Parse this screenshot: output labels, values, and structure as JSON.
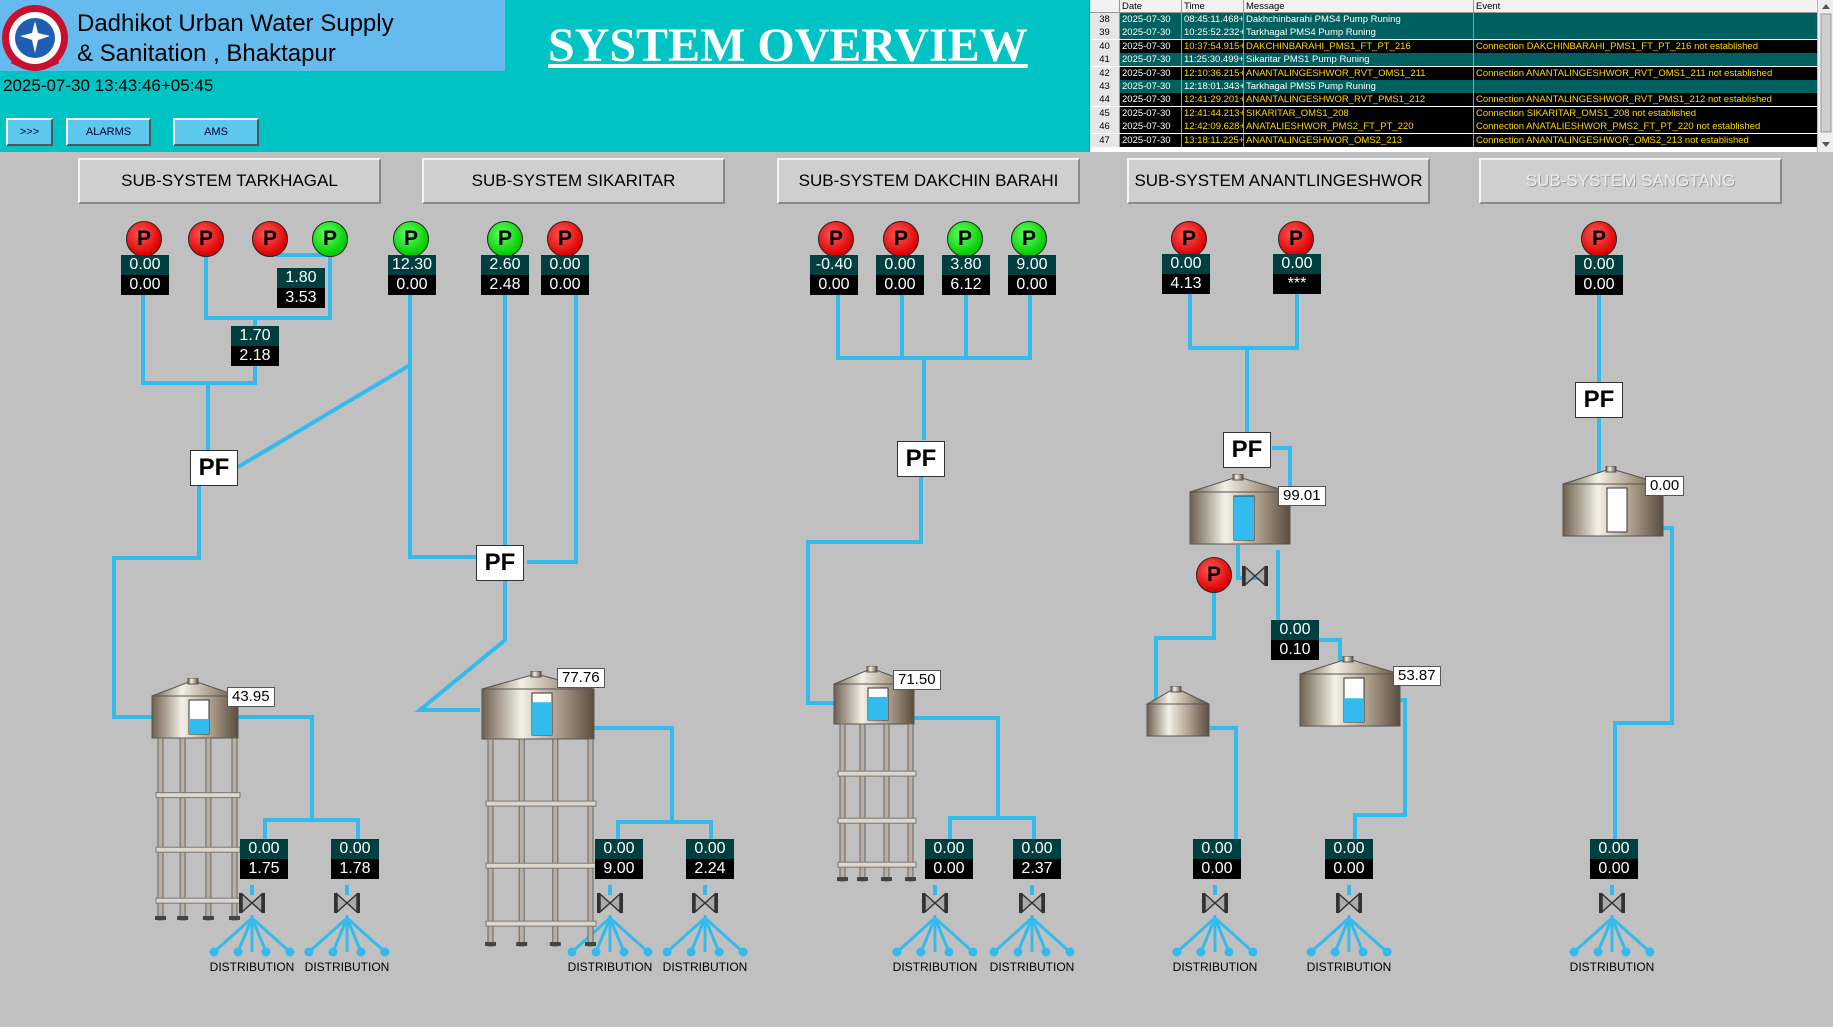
{
  "header": {
    "org_line1": "Dadhikot Urban Water Supply",
    "org_line2": "& Sanitation , Bhaktapur",
    "datetime": "2025-07-30 13:43:46+05:45",
    "title": "SYSTEM OVERVIEW",
    "buttons": {
      "nav": ">>>",
      "alarms": "ALARMS",
      "ams": "AMS"
    }
  },
  "event_log": {
    "columns": [
      "",
      "Date",
      "Time",
      "Message",
      "Event"
    ],
    "rows": [
      {
        "num": "38",
        "date": "2025-07-30",
        "time": "08:45:11.468+05",
        "message": "Dakhchinbarahi PMS4 Pump Runing",
        "event": "",
        "status": "normal"
      },
      {
        "num": "39",
        "date": "2025-07-30",
        "time": "10:25:52.232+05",
        "message": "Tarkhagal PMS4 Pump Runing",
        "event": "",
        "status": "normal"
      },
      {
        "num": "40",
        "date": "2025-07-30",
        "time": "10:37:54.915+05",
        "message": "DAKCHINBARAHI_PMS1_FT_PT_216",
        "event": "Connection DAKCHINBARAHI_PMS1_FT_PT_216 not established",
        "status": "alarm"
      },
      {
        "num": "41",
        "date": "2025-07-30",
        "time": "11:25:30.499+05",
        "message": "Sikaritar PMS1 Pump Runing",
        "event": "",
        "status": "normal"
      },
      {
        "num": "42",
        "date": "2025-07-30",
        "time": "12:10:36.215+05",
        "message": "ANANTALINGESHWOR_RVT_OMS1_211",
        "event": "Connection ANANTALINGESHWOR_RVT_OMS1_211 not established",
        "status": "alarm"
      },
      {
        "num": "43",
        "date": "2025-07-30",
        "time": "12:18:01.343+05",
        "message": "Tarkhagal PMS5 Pump Runing",
        "event": "",
        "status": "normal"
      },
      {
        "num": "44",
        "date": "2025-07-30",
        "time": "12:41:29.201+05",
        "message": "ANANTALINGESHWOR_RVT_PMS1_212",
        "event": "Connection ANANTALINGESHWOR_RVT_PMS1_212 not established",
        "status": "alarm"
      },
      {
        "num": "45",
        "date": "2025-07-30",
        "time": "12:41:44.213+05",
        "message": "SIKARITAR_OMS1_208",
        "event": "Connection SIKARITAR_OMS1_208 not established",
        "status": "alarm"
      },
      {
        "num": "46",
        "date": "2025-07-30",
        "time": "12:42:09.628+05",
        "message": "ANATALIESHWOR_PMS2_FT_PT_220",
        "event": "Connection ANATALIESHWOR_PMS2_FT_PT_220 not established",
        "status": "alarm"
      },
      {
        "num": "47",
        "date": "2025-07-30",
        "time": "13:18:11.225+05",
        "message": "ANANTALINGESHWOR_OMS2_213",
        "event": "Connection ANANTALINGESHWOR_OMS2_213 not established",
        "status": "alarm"
      }
    ]
  },
  "subsystems": [
    {
      "label": "SUB-SYSTEM TARKHAGAL",
      "enabled": true
    },
    {
      "label": "SUB-SYSTEM SIKARITAR",
      "enabled": true
    },
    {
      "label": "SUB-SYSTEM DAKCHIN BARAHI",
      "enabled": true
    },
    {
      "label": "SUB-SYSTEM ANANTLINGESHWOR",
      "enabled": true
    },
    {
      "label": "SUB-SYSTEM SANGTANG",
      "enabled": false
    }
  ],
  "pumps": [
    {
      "id": "t1",
      "status": "red",
      "label": "P"
    },
    {
      "id": "t2",
      "status": "red",
      "label": "P"
    },
    {
      "id": "t3",
      "status": "red",
      "label": "P"
    },
    {
      "id": "t4",
      "status": "green",
      "label": "P"
    },
    {
      "id": "t5",
      "status": "green",
      "label": "P"
    },
    {
      "id": "s1",
      "status": "green",
      "label": "P"
    },
    {
      "id": "s2",
      "status": "red",
      "label": "P"
    },
    {
      "id": "d1",
      "status": "red",
      "label": "P"
    },
    {
      "id": "d2",
      "status": "red",
      "label": "P"
    },
    {
      "id": "d3",
      "status": "green",
      "label": "P"
    },
    {
      "id": "d4",
      "status": "green",
      "label": "P"
    },
    {
      "id": "a1",
      "status": "red",
      "label": "P"
    },
    {
      "id": "a2",
      "status": "red",
      "label": "P"
    },
    {
      "id": "a3",
      "status": "red",
      "label": "P"
    },
    {
      "id": "g1",
      "status": "red",
      "label": "P"
    }
  ],
  "readings": [
    {
      "id": "t1",
      "top": "0.00",
      "bottom": "0.00"
    },
    {
      "id": "t34",
      "top": "1.80",
      "bottom": "3.53"
    },
    {
      "id": "tj",
      "top": "1.70",
      "bottom": "2.18"
    },
    {
      "id": "t5",
      "top": "12.30",
      "bottom": "0.00"
    },
    {
      "id": "s1",
      "top": "2.60",
      "bottom": "2.48"
    },
    {
      "id": "s2",
      "top": "0.00",
      "bottom": "0.00"
    },
    {
      "id": "d1",
      "top": "-0.40",
      "bottom": "0.00"
    },
    {
      "id": "d2",
      "top": "0.00",
      "bottom": "0.00"
    },
    {
      "id": "d3",
      "top": "3.80",
      "bottom": "6.12"
    },
    {
      "id": "d4",
      "top": "9.00",
      "bottom": "0.00"
    },
    {
      "id": "a1",
      "top": "0.00",
      "bottom": "4.13"
    },
    {
      "id": "a2",
      "top": "0.00",
      "bottom": "***"
    },
    {
      "id": "ac",
      "top": "0.00",
      "bottom": "0.10"
    },
    {
      "id": "g1",
      "top": "0.00",
      "bottom": "0.00"
    },
    {
      "id": "td1",
      "top": "0.00",
      "bottom": "1.75"
    },
    {
      "id": "td2",
      "top": "0.00",
      "bottom": "1.78"
    },
    {
      "id": "sd1",
      "top": "0.00",
      "bottom": "9.00"
    },
    {
      "id": "sd2",
      "top": "0.00",
      "bottom": "2.24"
    },
    {
      "id": "dd1",
      "top": "0.00",
      "bottom": "0.00"
    },
    {
      "id": "dd2",
      "top": "0.00",
      "bottom": "2.37"
    },
    {
      "id": "ad1",
      "top": "0.00",
      "bottom": "0.00"
    },
    {
      "id": "ad2",
      "top": "0.00",
      "bottom": "0.00"
    },
    {
      "id": "gd1",
      "top": "0.00",
      "bottom": "0.00"
    }
  ],
  "pf_label": "PF",
  "tanks": [
    {
      "id": "tarkhagal",
      "level": "43.95",
      "fill": 0.44
    },
    {
      "id": "sikaritar",
      "level": "77.76",
      "fill": 0.78
    },
    {
      "id": "dakchin",
      "level": "71.50",
      "fill": 0.72
    },
    {
      "id": "anant_top",
      "level": "99.01",
      "fill": 0.99
    },
    {
      "id": "anant_right",
      "level": "53.87",
      "fill": 0.54
    },
    {
      "id": "sangtang",
      "level": "0.00",
      "fill": 0.0
    }
  ],
  "distribution_label": "DISTRIBUTION",
  "colors": {
    "pipe": "#33bbee",
    "header": "#00c4c4",
    "title_box": "#66bbee",
    "alarm_row": "#000000",
    "alarm_text": "#ffd700",
    "normal_row": "#006060",
    "pump_on": "#00cc00",
    "pump_off": "#dd0000"
  }
}
